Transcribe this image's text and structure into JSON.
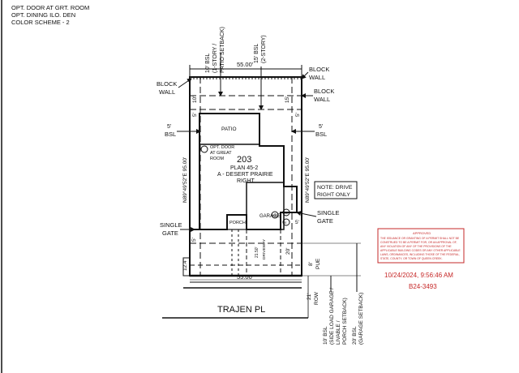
{
  "header": {
    "line1": "OPT. DOOR AT GRT. ROOM",
    "line2": "OPT. DINING ILO. DEN",
    "line3": "COLOR SCHEME - 2"
  },
  "dims": {
    "top_width": "55.00'",
    "bottom_width": "55.00'",
    "left_side": "N89°49'52\"E 95.00'",
    "right_side": "N89°49'52\"E 95.00'",
    "rear_setback_left": "10' BSL (1-STORY / PATIO SETBACK)",
    "rear_setback_right": "15' BSL (2-STORY)",
    "rear_10": "10'",
    "rear_15": "15'",
    "side_5_top_left": "5'",
    "side_5_top_right": "5'",
    "side_5_mid_left": "5'",
    "side_5_mid_right": "5'",
    "side_5_bottom_left": "5'",
    "side_5_bottom_right": "5'",
    "front_12": "12.4'",
    "front_20": "20'",
    "driveway_w": "21.50'",
    "pue": "8' PUE",
    "row_21": "21'",
    "row": "ROW"
  },
  "labels": {
    "block_wall_left": "BLOCK WALL",
    "block_wall_right_top": "BLOCK WALL",
    "block_wall_right": "BLOCK WALL",
    "bsl_left": "BSL",
    "bsl_right": "BSL",
    "patio": "PATIO",
    "opt_door": "OPT. DOOR AT GREAT ROOM",
    "lot": "203",
    "plan": "PLAN 45-2",
    "elevation": "A - DESERT PRAIRIE",
    "orientation": "RIGHT",
    "garage": "GARAGE",
    "porch": "PORCH",
    "driveway": "DRIVEWAY",
    "note": "NOTE: DRIVE RIGHT ONLY",
    "single_gate_left": "SINGLE GATE",
    "single_gate_right": "SINGLE GATE",
    "street": "TRAJEN PL",
    "bsl_side_load": "10' BSL (SIDE LOAD GARAGE / LIVABLE / PORCH SETBACK)",
    "bsl_garage": "20' BSL (GARAGE SETBACK)",
    "marker_ac": "AC",
    "marker_hb": "HB",
    "marker_e": "E"
  },
  "stamp": {
    "title": "APPROVED",
    "text1": "THE ISSUANCE OR GRANTING OF A PERMIT SHALL NOT BE",
    "text2": "CONSTRUED TO BE A PERMIT FOR, OR AN APPROVAL OF,",
    "text3": "ANY VIOLATION OF ANY OF THE PROVISIONS OF THE",
    "text4": "APPLICABLE BUILDING CODES OR ANY OTHER APPLICABLE",
    "text5": "LAWS, ORDINANCES, INCLUDING THOSE OF THE FEDERAL,",
    "text6": "STATE, COUNTY, OR TOWN OF QUEEN CREEK.",
    "datetime": "10/24/2024, 9:56:46 AM",
    "permit": "B24-3493",
    "color": "#c62828"
  }
}
